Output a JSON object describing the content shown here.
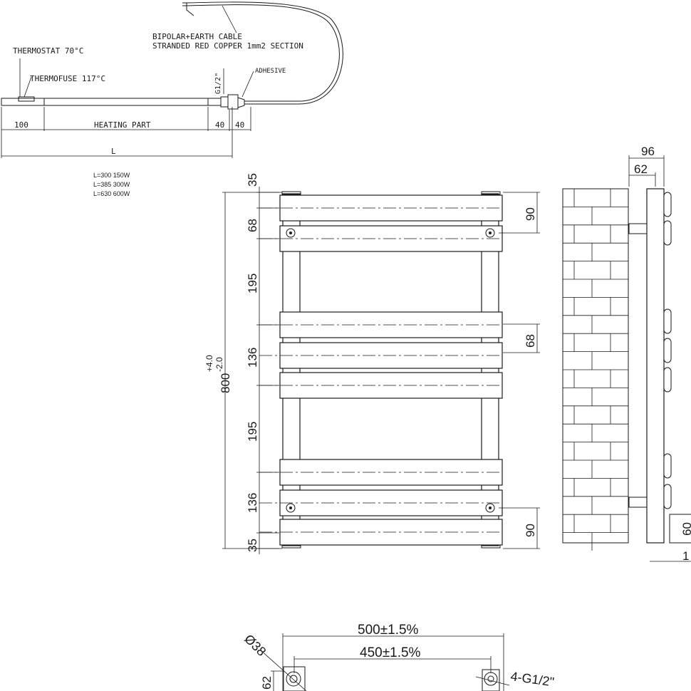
{
  "element_labels": {
    "cable": "BIPOLAR+EARTH CABLE",
    "cable_spec": "STRANDED RED COPPER 1mm2 SECTION",
    "thermostat": "THERMOSTAT 70°C",
    "thermofuse": "THERMOFUSE 117°C",
    "adhesive": "ADHESIVE",
    "thread": "G1/2\"",
    "heating_part": "HEATING PART",
    "length": "L"
  },
  "element_dims": {
    "left": "100",
    "right_a": "40",
    "right_b": "40"
  },
  "power_table": [
    "L=300  150W",
    "L=385  300W",
    "L=630  600W"
  ],
  "front_dims": {
    "total": "800",
    "tol_plus": "+4.0",
    "tol_minus": "-2.0",
    "segments": [
      "35",
      "68",
      "195",
      "136",
      "195",
      "136",
      "35"
    ],
    "right": [
      "90",
      "68",
      "90"
    ]
  },
  "side_dims": {
    "top_outer": "96",
    "top_inner": "62",
    "bottom_a": "60",
    "bottom_b": "1"
  },
  "bottom_view": {
    "width_outer": "500±1.5%",
    "width_inner": "450±1.5%",
    "diameter": "Ø38",
    "depth": "62",
    "thread": "4-G1/2\""
  }
}
